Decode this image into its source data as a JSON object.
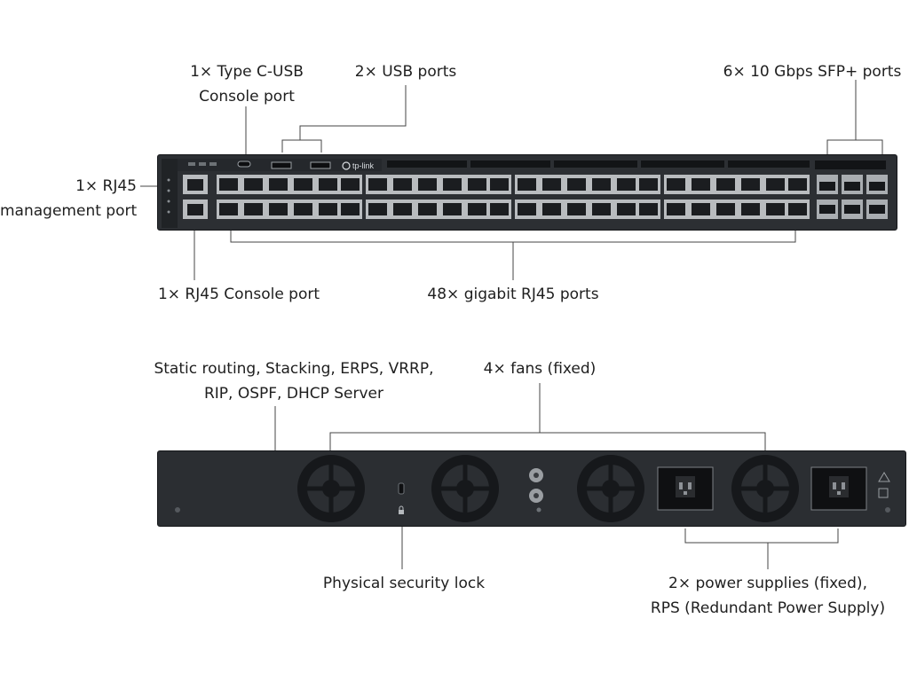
{
  "front_panel": {
    "brand": "tp-link",
    "callouts": {
      "type_c_console_line1": "1× Type C-USB",
      "type_c_console_line2": "Console port",
      "usb_ports": "2× USB ports",
      "sfp_ports": "6× 10 Gbps SFP+ ports",
      "rj45_mgmt_line1": "1× RJ45",
      "rj45_mgmt_line2": "management port",
      "rj45_console": "1× RJ45 Console port",
      "gigabit_ports": "48× gigabit RJ45 ports"
    }
  },
  "rear_panel": {
    "callouts": {
      "features_line1": "Static routing, Stacking, ERPS, VRRP,",
      "features_line2": "RIP, OSPF, DHCP Server",
      "fans": "4× fans (fixed)",
      "security_lock": "Physical security lock",
      "power_line1": "2× power supplies (fixed),",
      "power_line2": "RPS (Redundant Power Supply)"
    }
  },
  "colors": {
    "chassis": "#2c2f33",
    "port_metal": "#b9bcbf",
    "leader_line": "#444444"
  }
}
